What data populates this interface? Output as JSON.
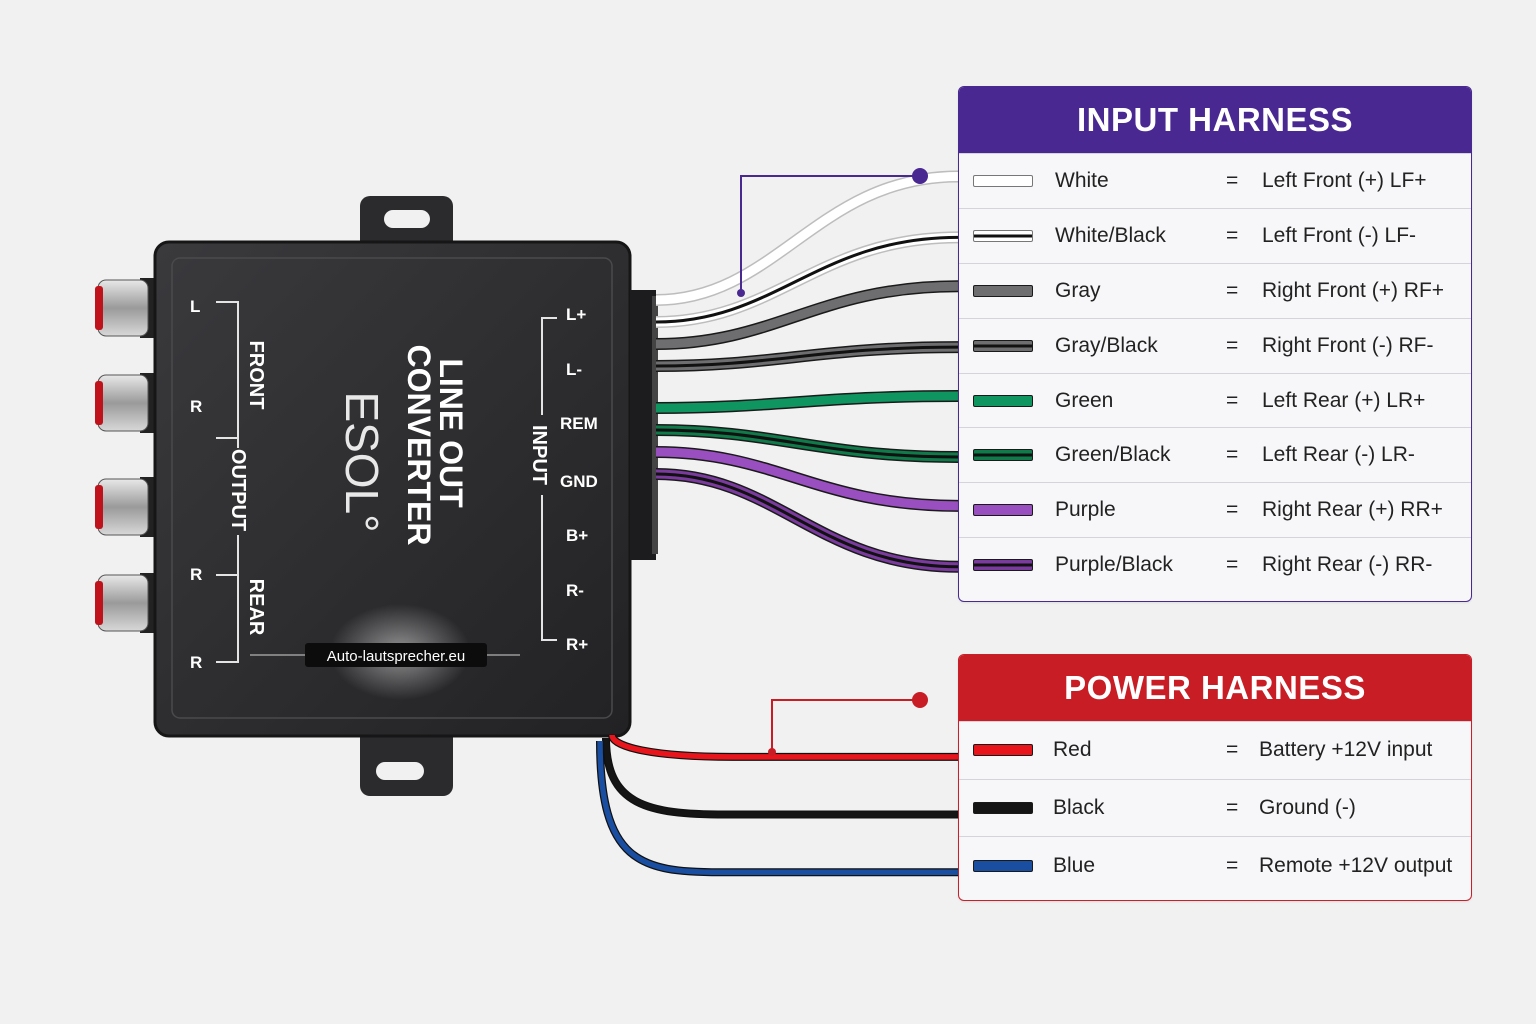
{
  "device": {
    "title_line1": "LINE OUT",
    "title_line2": "CONVERTER",
    "brand": "ESOL°",
    "watermark": "Auto-lautsprecher.eu",
    "output_label": "OUTPUT",
    "front_label": "FRONT",
    "rear_label": "REAR",
    "input_label": "INPUT",
    "output_pins": [
      "L",
      "R",
      "R",
      "R"
    ],
    "input_pins": [
      "L+",
      "L-",
      "REM",
      "GND",
      "B+",
      "R-",
      "R+"
    ]
  },
  "input_harness": {
    "title": "INPUT HARNESS",
    "rows": [
      {
        "color_name": "White",
        "equals": "=",
        "meaning": "Left Front (+) LF+",
        "swatch": "#ffffff",
        "stripe": ""
      },
      {
        "color_name": "White/Black",
        "equals": "=",
        "meaning": "Left Front (-) LF-",
        "swatch": "#ffffff",
        "stripe": "#111111"
      },
      {
        "color_name": "Gray",
        "equals": "=",
        "meaning": "Right Front (+) RF+",
        "swatch": "#6e6e70",
        "stripe": ""
      },
      {
        "color_name": "Gray/Black",
        "equals": "=",
        "meaning": "Right Front (-) RF-",
        "swatch": "#6e6e70",
        "stripe": "#111111"
      },
      {
        "color_name": "Green",
        "equals": "=",
        "meaning": "Left Rear (+) LR+",
        "swatch": "#0f9560",
        "stripe": ""
      },
      {
        "color_name": "Green/Black",
        "equals": "=",
        "meaning": "Left Rear (-) LR-",
        "swatch": "#0f7a4a",
        "stripe": "#111111"
      },
      {
        "color_name": "Purple",
        "equals": "=",
        "meaning": "Right Rear (+) RR+",
        "swatch": "#9a4fc0",
        "stripe": ""
      },
      {
        "color_name": "Purple/Black",
        "equals": "=",
        "meaning": "Right Rear (-) RR-",
        "swatch": "#7a3a9e",
        "stripe": "#111111"
      }
    ]
  },
  "power_harness": {
    "title": "POWER HARNESS",
    "rows": [
      {
        "color_name": "Red",
        "equals": "=",
        "meaning": "Battery +12V input",
        "swatch": "#e8161c",
        "stripe": ""
      },
      {
        "color_name": "Black",
        "equals": "=",
        "meaning": "Ground (-)",
        "swatch": "#151515",
        "stripe": ""
      },
      {
        "color_name": "Blue",
        "equals": "=",
        "meaning": "Remote +12V output",
        "swatch": "#1a4ea0",
        "stripe": ""
      }
    ]
  },
  "colors": {
    "input_accent": "#4a2891",
    "power_accent": "#c81d24",
    "device_body": "#2a2a2c"
  }
}
